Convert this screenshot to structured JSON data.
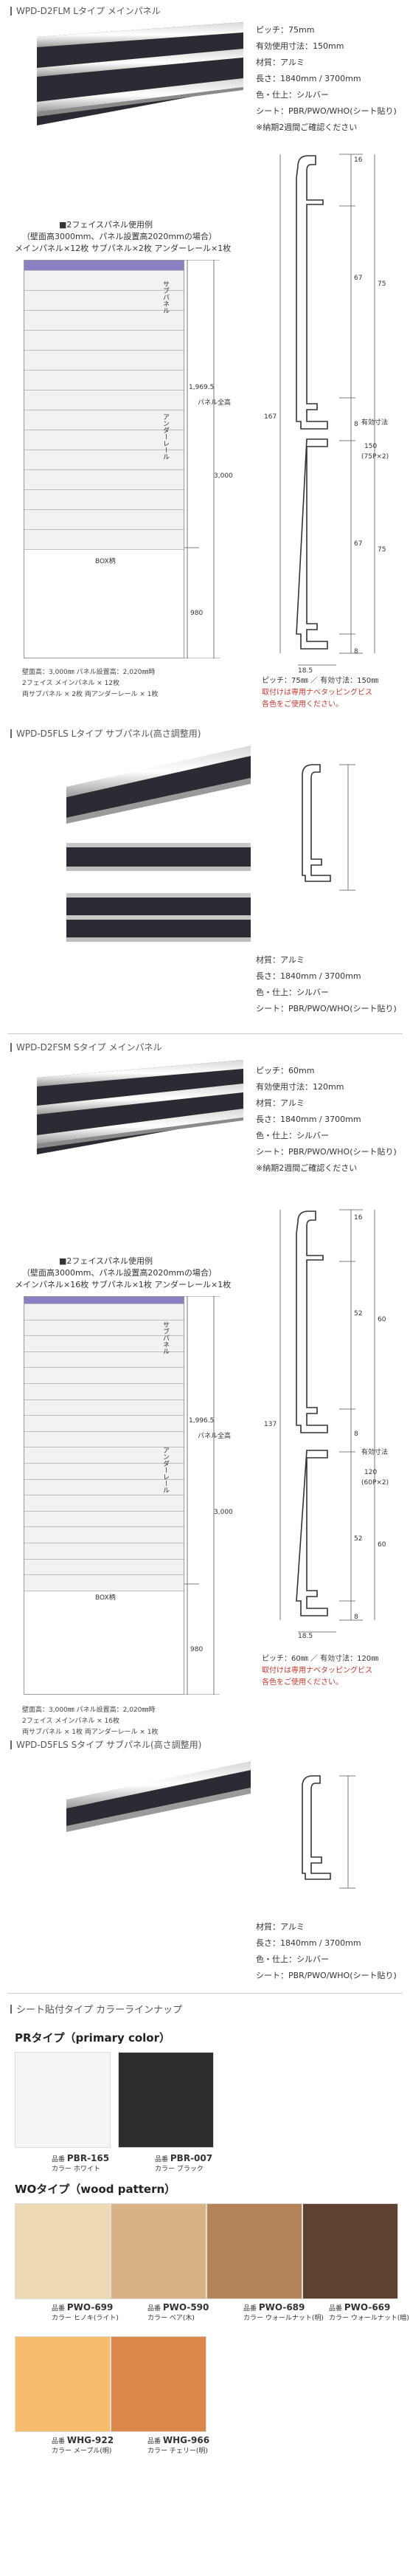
{
  "sections": {
    "l_main": {
      "title": "WPD-D2FLM Lタイプ メインパネル",
      "specs": [
        "ピッチ：75mm",
        "有効使用寸法：150mm",
        "材質：アルミ",
        "長さ：1840mm / 3700mm",
        "色・仕上：シルバー",
        "シート：PBR/PWO/WHO(シート貼り)"
      ],
      "note": "※納期2週間ご確認ください",
      "example_title": "■2フェイスパネル使用例",
      "example_sub1": "（壁面高3000mm、パネル設置高2020mmの場合）",
      "example_sub2": "メインパネル×12枚 サブパネル×2枚 アンダーレール×1枚",
      "elev_labels": {
        "sub_panel": "サブパネル",
        "under_rail": "アンダーレール",
        "box": "BOX柄",
        "panel_total": "パネル全高",
        "h1": "1,969.5",
        "h2": "3,000",
        "h3": "980"
      },
      "footnote": [
        "壁面高：3,000㎜ パネル設置高：2,020㎜時",
        "2フェイス メインパネル × 12枚",
        "両サブパネル × 2枚 両アンダーレール × 1枚"
      ],
      "profile_dims": {
        "d1": "16",
        "d2": "67",
        "d3": "75",
        "d4": "167",
        "d5": "8",
        "d6": "67",
        "d7": "75",
        "d8": "8",
        "eff1": "有効寸法",
        "eff2": "150",
        "eff3": "(75P×2)",
        "width": "18.5"
      },
      "profile_note": [
        "ピッチ：75㎜ ／ 有効寸法：150㎜",
        "取付けは専用ナベタッピングビス",
        "各色をご使用ください。"
      ]
    },
    "l_sub": {
      "title": "WPD-D5FLS Lタイプ サブパネル(高さ調整用)",
      "specs": [
        "材質：アルミ",
        "長さ：1840mm / 3700mm",
        "色・仕上：シルバー",
        "シート：PBR/PWO/WHO(シート貼り)"
      ]
    },
    "s_main": {
      "title": "WPD-D2FSM Sタイプ メインパネル",
      "specs": [
        "ピッチ：60mm",
        "有効使用寸法：120mm",
        "材質：アルミ",
        "長さ：1840mm / 3700mm",
        "色・仕上：シルバー",
        "シート：PBR/PWO/WHO(シート貼り)"
      ],
      "note": "※納期2週間ご確認ください",
      "example_title": "■2フェイスパネル使用例",
      "example_sub1": "（壁面高3000mm、パネル設置高2020mmの場合）",
      "example_sub2": "メインパネル×16枚 サブパネル×1枚 アンダーレール×1枚",
      "elev_labels": {
        "sub_panel": "サブパネル",
        "under_rail": "アンダーレール",
        "box": "BOX柄",
        "panel_total": "パネル全高",
        "h1": "1,996.5",
        "h2": "3,000",
        "h3": "980"
      },
      "footnote": [
        "壁面高：3,000㎜ パネル設置高：2,020㎜時",
        "2フェイス メインパネル × 16枚",
        "両サブパネル × 1枚 両アンダーレール × 1枚"
      ],
      "profile_dims": {
        "d1": "16",
        "d2": "52",
        "d3": "60",
        "d4": "137",
        "d5": "8",
        "d6": "52",
        "d7": "60",
        "d8": "8",
        "eff1": "有効寸法",
        "eff2": "120",
        "eff3": "(60P×2)",
        "width": "18.5"
      },
      "profile_note": [
        "ピッチ：60㎜ ／ 有効寸法：120㎜",
        "取付けは専用ナベタッピングビス",
        "各色をご使用ください。"
      ]
    },
    "s_sub": {
      "title": "WPD-D5FLS Sタイプ サブパネル(高さ調整用)",
      "specs": [
        "材質：アルミ",
        "長さ：1840mm / 3700mm",
        "色・仕上：シルバー",
        "シート：PBR/PWO/WHO(シート貼り)"
      ]
    }
  },
  "colors": {
    "title": "シート貼付タイプ カラーラインナップ",
    "pr_title": "PRタイプ（primary color）",
    "wo_title": "WOタイプ（wood pattern）",
    "pr": [
      {
        "code_label": "品番",
        "code": "PBR-165",
        "color_label": "カラー ホワイト",
        "hex": "#f4f5f4"
      },
      {
        "code_label": "品番",
        "code": "PBR-007",
        "color_label": "カラー ブラック",
        "hex": "#2d2d30"
      }
    ],
    "wo": [
      {
        "code_label": "品番",
        "code": "PWO-699",
        "color_label": "カラー ヒノキ(ライト)",
        "hex": "#efd9b4"
      },
      {
        "code_label": "品番",
        "code": "PWO-590",
        "color_label": "カラー ベア(木)",
        "hex": "#d8b284"
      },
      {
        "code_label": "品番",
        "code": "PWO-689",
        "color_label": "カラー ウォールナット(明)",
        "hex": "#b58358"
      },
      {
        "code_label": "品番",
        "code": "PWO-669",
        "color_label": "カラー ウォールナット(暗)",
        "hex": "#5f4131"
      },
      {
        "code_label": "品番",
        "code": "WHG-922",
        "color_label": "カラー メープル(明)",
        "hex": "#f5bd6c"
      },
      {
        "code_label": "品番",
        "code": "WHG-966",
        "color_label": "カラー チェリー(明)",
        "hex": "#dc874a"
      }
    ]
  }
}
